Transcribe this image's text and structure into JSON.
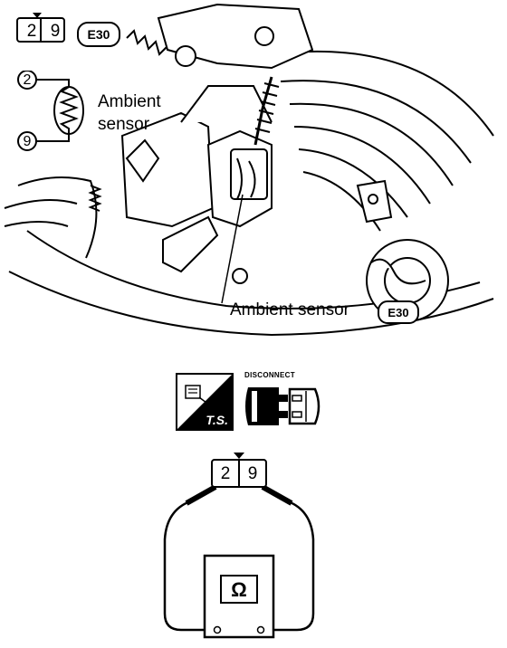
{
  "top_connector": {
    "pins": [
      "2",
      "9"
    ],
    "connector_code": "E30"
  },
  "schematic": {
    "pin_top": "2",
    "pin_bottom": "9",
    "label_line1": "Ambient",
    "label_line2": "sensor"
  },
  "callout": {
    "label": "Ambient sensor",
    "connector_code": "E30"
  },
  "icons": {
    "ts_label": "T.S.",
    "disconnect_label": "DISCONNECT"
  },
  "meter_connector": {
    "pins": [
      "2",
      "9"
    ]
  },
  "meter": {
    "symbol": "Ω"
  }
}
